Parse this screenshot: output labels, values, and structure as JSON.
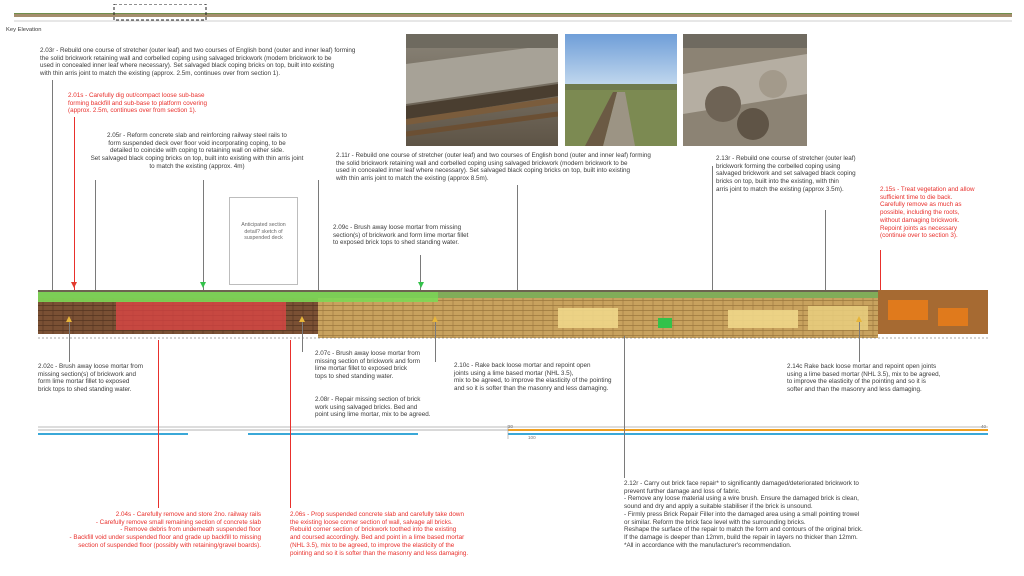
{
  "header": {
    "key_elevation_label": "Key Elevation"
  },
  "sketch": {
    "text": "Anticipated section\ndetail? sketch of\nsuspended deck"
  },
  "notes_top": [
    {
      "id": "n203r",
      "tone": "grey",
      "text": "2.03r - Rebuild one course of stretcher (outer leaf) and two courses of English bond (outer and inner leaf) forming\nthe solid brickwork retaining wall and corbelled coping using salvaged brickwork (modern brickwork to be\nused in concealed inner leaf where necessary). Set salvaged black coping bricks on top, built into existing\nwith thin arris joint to match the existing (approx. 2.5m, continues over from section 1)."
    },
    {
      "id": "n201s",
      "tone": "red",
      "text": "2.01s - Carefully dig out/compact loose sub-base\nforming backfill and sub-base to platform covering\n(approx. 2.5m, continues over from section 1)."
    },
    {
      "id": "n205r",
      "tone": "grey",
      "text": "2.05r - Reform concrete slab and reinforcing railway steel rails to\nform suspended deck over floor void incorporating coping, to be\ndetailed to coincide with coping to retaining wall on either side.\nSet salvaged black coping bricks on top, built into existing with thin arris joint\nto match the existing (approx. 4m)"
    },
    {
      "id": "n211r",
      "tone": "grey",
      "text": "2.11r - Rebuild one course of stretcher (outer leaf) and two courses of English bond (outer and inner leaf) forming\nthe solid brickwork retaining wall and corbelled coping using salvaged brickwork (modern brickwork to be\nused in concealed inner leaf where necessary). Set salvaged black coping bricks on top, built into existing\nwith thin arris joint to match the existing (approx 8.5m)."
    },
    {
      "id": "n213r",
      "tone": "grey",
      "text": "2.13r - Rebuild one course of stretcher (outer leaf)\nbrickwork forming the corbelled coping using\nsalvaged brickwork and set salvaged black coping\nbricks on top, built into the existing, with thin\narris joint to match the existing (approx 3.5m)."
    },
    {
      "id": "n215s",
      "tone": "red",
      "text": "2.15s - Treat vegetation and allow\nsufficient time to die back.\nCarefully remove as much as\npossible, including the roots,\nwithout damaging brickwork.\nRepoint joints as necessary\n(continue over to section 3)."
    },
    {
      "id": "n209c",
      "tone": "grey",
      "text": "2.09c - Brush away loose mortar from missing\nsection(s) of brickwork and form lime mortar fillet\nto exposed brick tops to shed standing water."
    }
  ],
  "notes_mid": [
    {
      "id": "n202c",
      "tone": "grey",
      "text": "2.02c - Brush away loose mortar from\nmissing section(s) of brickwork and\nform lime mortar fillet to exposed\nbrick tops to shed standing water."
    },
    {
      "id": "n207c",
      "tone": "grey",
      "text": "2.07c - Brush away loose mortar from\nmissing section of brickwork and form\nlime mortar fillet to exposed brick\ntops to shed standing water."
    },
    {
      "id": "n208r",
      "tone": "grey",
      "text": "2.08r - Repair missing section of brick\nwork using salvaged bricks. Bed and\npoint using lime mortar, mix to be agreed."
    },
    {
      "id": "n210c",
      "tone": "grey",
      "text": "2.10c - Rake back loose mortar and repoint open\njoints using a lime based mortar (NHL 3.5),\nmix to be agreed, to improve the elasticity of the pointing\nand so it is softer than the masonry and less damaging."
    },
    {
      "id": "n214c",
      "tone": "grey",
      "text": "2.14c Rake back loose mortar and repoint open joints\nusing a lime based mortar (NHL 3.5), mix to be agreed,\nto improve the elasticity of the pointing and so it is\nsofter and than the masonry and less damaging."
    }
  ],
  "notes_bottom": [
    {
      "id": "n204s",
      "tone": "red",
      "text": "2.04s - Carefully remove and store 2no. railway rails\n- Carefully remove small remaining section of concrete slab\n- Remove debris from underneath suspended floor\n- Backfill void under suspended floor and grade up backfill to missing\nsection of suspended floor (possibly with retaining/gravel boards)."
    },
    {
      "id": "n206s",
      "tone": "red",
      "text": "2.06s - Prop suspended concrete slab and carefully take down\nthe existing loose corner section of wall, salvage all bricks.\nRebuild corner section of brickwork toothed into the existing\nand coursed accordingly. Bed and point in a lime based mortar\n(NHL 3.5), mix to be agreed, to improve the elasticity of the\npointing and so it is softer than the masonry and less damaging."
    },
    {
      "id": "n212r",
      "tone": "grey",
      "text": "2.12r - Carry out brick face repair* to significantly damaged/deteriorated brickwork to\nprevent further damage and loss of fabric.\n- Remove any loose material using a wire brush. Ensure the damaged brick is clean,\nsound and dry and apply a suitable stabiliser if the brick is unsound.\n- Firmly press Brick Repair Filler into the damaged area using a small pointing trowel\nor similar. Reform the brick face level with the surrounding bricks.\nReshape the surface of the repair to match the form and contours of the original brick.\nIf the damage is deeper than 12mm, build the repair in layers no thicker than 12mm.\n*All in accordance with the manufacturer's recommendation."
    }
  ],
  "scale_bar": {
    "labels": [
      "30",
      "40",
      "100"
    ]
  },
  "colors": {
    "red": "#e8302c",
    "grey_text": "#3a3a3a",
    "vegetation": "#7ed957",
    "brick_red": "#e04545",
    "brick_yellow": "#e2c468",
    "orange": "#e07a1c",
    "scale_blue": "#3aa8d8",
    "scale_orange": "#f0a020"
  },
  "icons": [
    "photo-concrete-slab-rails",
    "photo-platform-view",
    "photo-debris-close"
  ]
}
